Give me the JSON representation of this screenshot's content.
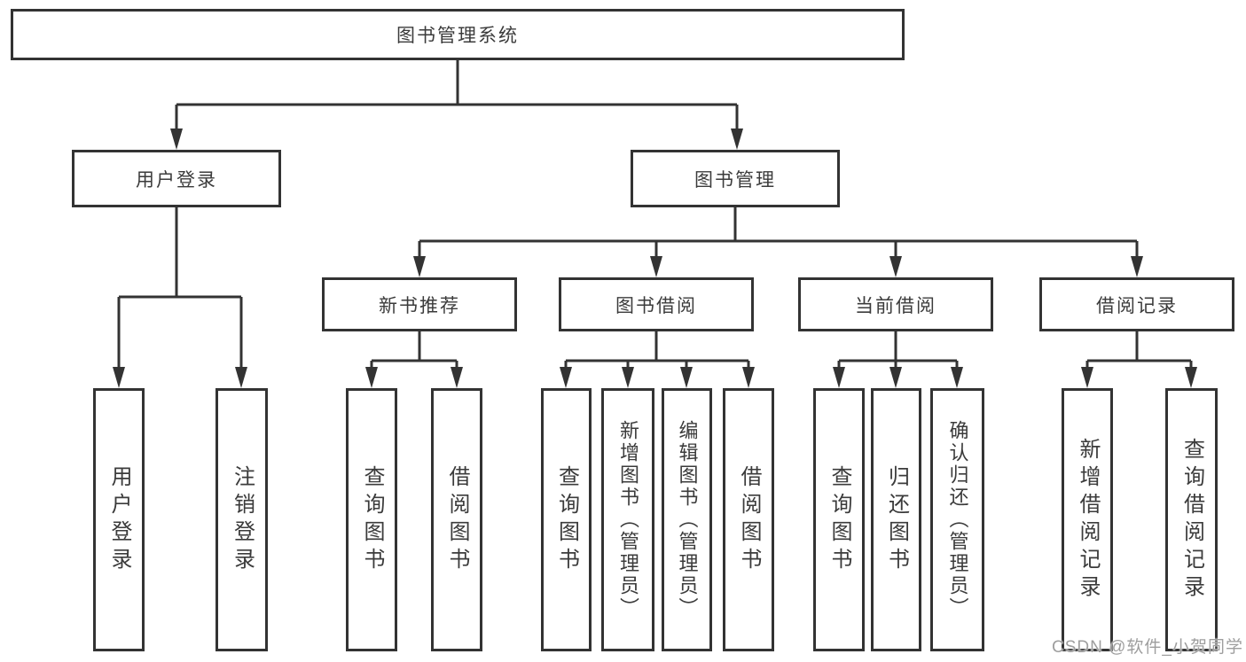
{
  "diagram": {
    "root": "图书管理系统",
    "branches": {
      "user_login": "用户登录",
      "book_management": "图书管理",
      "new_books": "新书推荐",
      "book_borrowing": "图书借阅",
      "current_borrowing": "当前借阅",
      "borrowing_records": "借阅记录"
    },
    "leaves": {
      "user_login": [
        "用户登录",
        "注销登录"
      ],
      "new_books": [
        "查询图书",
        "借阅图书"
      ],
      "book_borrowing": [
        "查询图书",
        "新增图书（管理员）",
        "编辑图书（管理员）",
        "借阅图书"
      ],
      "current_borrowing": [
        "查询图书",
        "归还图书",
        "确认归还（管理员）"
      ],
      "borrowing_records": [
        "新增借阅记录",
        "查询借阅记录"
      ]
    }
  },
  "watermark": "CSDN @软件_小贺同学",
  "colors": {
    "line": "#333333",
    "text": "#3b3b3b",
    "watermark_gray": "#9e9e9e",
    "background": "#ffffff"
  }
}
